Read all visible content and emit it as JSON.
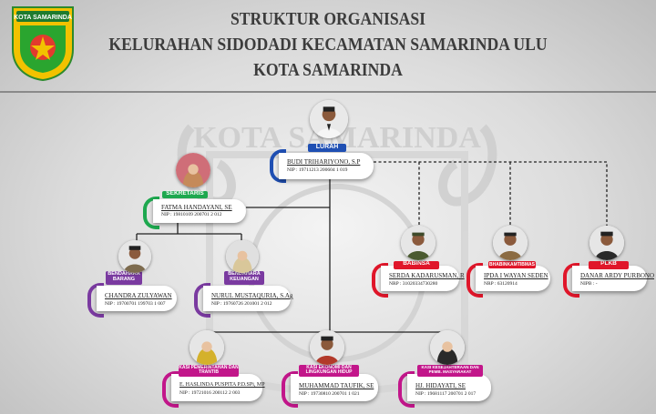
{
  "header": {
    "line1": "STRUKTUR ORGANISASI",
    "line2": "KELURAHAN SIDODADI KECAMATAN SAMARINDA ULU",
    "line3": "KOTA SAMARINDA"
  },
  "logo": {
    "text": "KOTA SAMARINDA"
  },
  "watermark": {
    "text": "KOTA SAMARINDA"
  },
  "colors": {
    "blue": "#1f4fb3",
    "green": "#1ea84f",
    "purple": "#7a3aa0",
    "magenta": "#c2168a",
    "red": "#e0162a",
    "pink": "#d11c6a"
  },
  "nodes": {
    "lurah": {
      "title": "LURAH",
      "name": "BUDI TRIHARIYONO, S.P",
      "nip": "NIP : 19711213 200604 1 019"
    },
    "sekretaris": {
      "title": "SEKRETARIS",
      "name": "FATMA HANDAYANI, SE",
      "nip": "NIP : 19810109 200701 2 012"
    },
    "bendahara_barang": {
      "title": "BENDAHARA BARANG",
      "name": "CHANDRA ZULYAWAN",
      "nip": "NIP : 19700701 199703 1 007"
    },
    "bendahara_keuangan": {
      "title": "BENDAHARA KEUANGAN",
      "name": "NURUL MUSTAQURIA, S.Ag",
      "nip": "NIP : 19760726 201001 2 012"
    },
    "babinsa": {
      "title": "BABINSA",
      "name": "SERDA KADARUSMAN, R",
      "nip": "NRP : 31020334730280"
    },
    "bhabinkamtibmas": {
      "title": "BHABINKAMTIBMAS",
      "name": "IPDA I WAYAN SEDEN",
      "nip": "NRP : 63120914"
    },
    "plkb": {
      "title": "PLKB",
      "name": "DANAR ARDY PURBONO",
      "nip": "NIPB : -"
    },
    "kasi_pemerintahan": {
      "title": "KASI PEMERINTAHAN DAN TRANTIB",
      "name": "E. HASLINDA PUSPITA P.D.SPi, MP",
      "nip": "NIP : 19721016 200112 2 003"
    },
    "kasi_ekonomi": {
      "title": "KASI EKONOMI DAN LINGKUNGAN HIDUP",
      "name": "MUHAMMAD TAUFIK, SE",
      "nip": "NIP : 19730810 200701 1 021"
    },
    "kasi_kesejahteraan": {
      "title": "KASI KESEJAHTERAAN DAN PEMB. MASYARAKAT",
      "name": "HJ. HIDAYATI, SE",
      "nip": "NIP : 19681117 200701 2 017"
    }
  }
}
